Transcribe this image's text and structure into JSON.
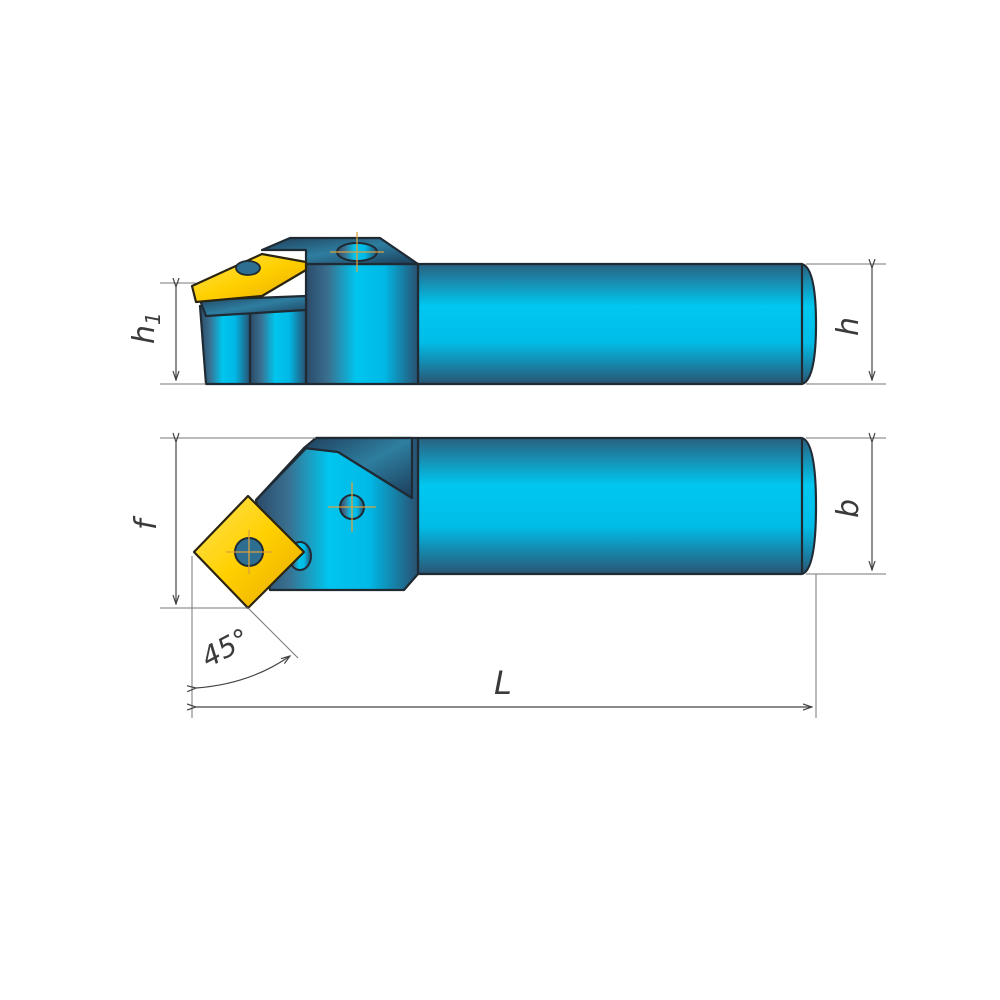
{
  "drawing": {
    "dimensions": {
      "h1_main": "h",
      "h1_sub": "1",
      "h": "h",
      "f": "f",
      "b": "b",
      "L": "L",
      "angle": "45°"
    },
    "colors": {
      "body_light": "#00c8f0",
      "body_dark": "#2a5878",
      "insert": "#ffd21e",
      "line": "#1f2a33"
    }
  }
}
